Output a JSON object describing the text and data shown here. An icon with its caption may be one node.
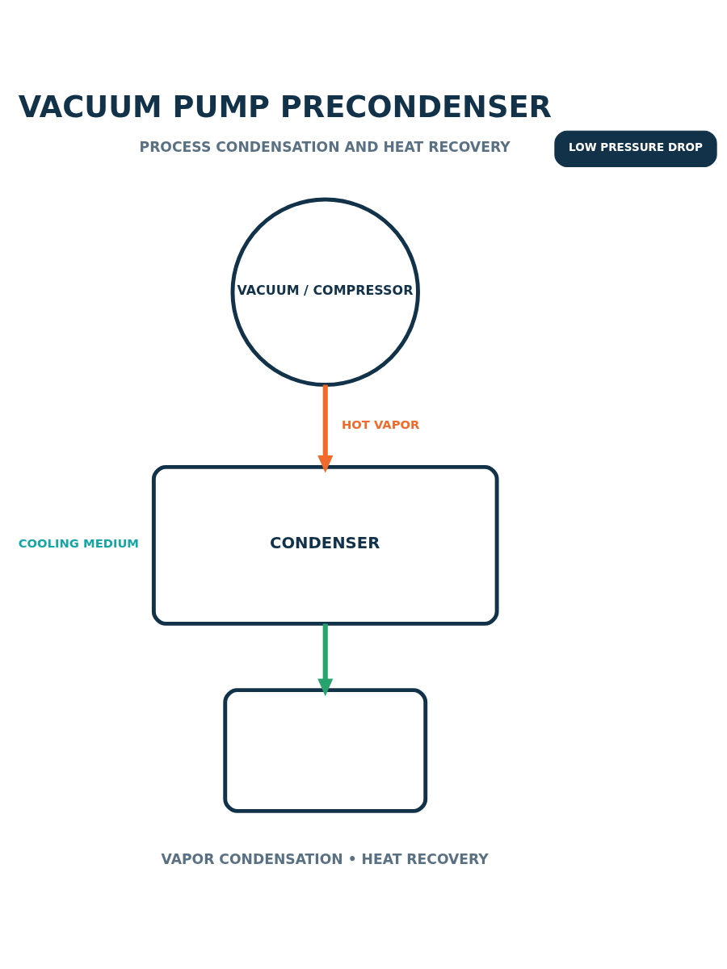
{
  "diagram": {
    "title": "VACUUM PUMP PRECONDENSER",
    "caption": "VAPOR CONDENSATION • HEAT RECOVERY",
    "nodes": [
      {
        "text": [
          "VACUUM / COMPRESSOR"
        ]
      },
      {
        "text": [
          "CONDENSER"
        ]
      },
      {
        "text": [],
        "shape": "box"
      },
      {
        "text": [
          "LOW PRESSURE DROP"
        ]
      }
    ],
    "edges": [
      {
        "from": 0,
        "to": 1,
        "arrow": "to",
        "label": "HOT VAPOR",
        "color": "#f06a2c"
      },
      {
        "from": 1,
        "to": 2,
        "arrow": "to",
        "color": "#27a36d"
      }
    ],
    "labels": [
      "PROCESS CONDENSATION AND HEAT RECOVERY",
      "COOLING MEDIUM"
    ]
  }
}
